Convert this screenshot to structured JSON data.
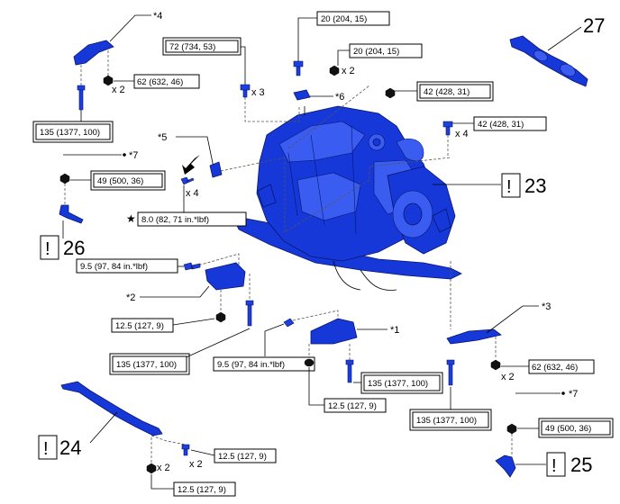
{
  "engine_label": "*6",
  "callouts": {
    "c4": "*4",
    "c5": "*5",
    "c7a": "*7",
    "c2": "*2",
    "c1": "*1",
    "c3": "*3",
    "c7b": "*7"
  },
  "torques": {
    "t_top_20a": "20 (204, 15)",
    "t_top_20b": "20 (204, 15)",
    "t_72": "72 (734, 53)",
    "t_42a": "42 (428, 31)",
    "t_42b": "42 (428, 31)",
    "t_62a": "62 (632, 46)",
    "t_135a": "135 (1377, 100)",
    "t_49a": "49 (500, 36)",
    "t_8": "8.0 (82, 71 in.*lbf)",
    "t_95a": "9.5 (97, 84 in.*lbf)",
    "t_125a": "12.5 (127, 9)",
    "t_135b": "135 (1377, 100)",
    "t_95b": "9.5 (97, 84 in.*lbf)",
    "t_135c": "135 (1377, 100)",
    "t_125b": "12.5 (127, 9)",
    "t_62b": "62 (632, 46)",
    "t_135d": "135 (1377, 100)",
    "t_49b": "49 (500, 36)",
    "t_125c": "12.5 (127, 9)",
    "t_125d": "12.5 (127, 9)"
  },
  "multipliers": {
    "m_x2_top": "x 2",
    "m_x3": "x 3",
    "m_x2_a": "x 2",
    "m_x4_r": "x 4",
    "m_x4_l": "x 4",
    "m_x2_b": "x 2",
    "m_x2_c": "x 2",
    "m_x2_d": "x 2"
  },
  "steps": {
    "s23": "23",
    "s26": "26",
    "s24": "24",
    "s25": "25",
    "s27": "27"
  },
  "warning_symbol": "!",
  "colors": {
    "part_blue": "#1638d8",
    "outline": "#000000"
  }
}
